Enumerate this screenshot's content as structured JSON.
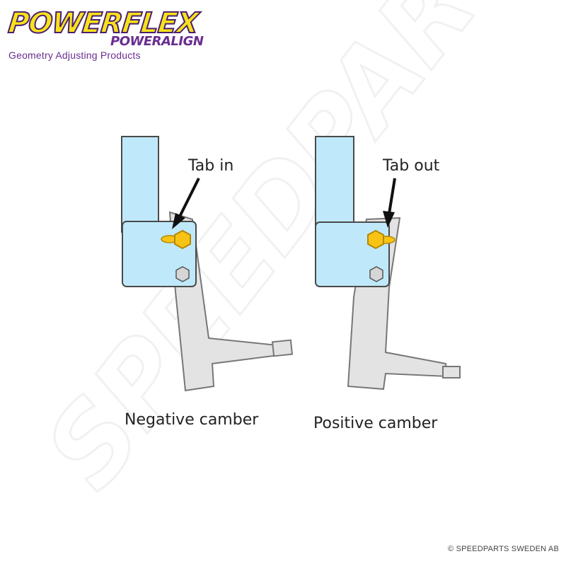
{
  "logo": {
    "brand": "POWERFLEX",
    "sub_brand": "POWERALIGN",
    "tagline": "Geometry Adjusting Products"
  },
  "watermark": {
    "text": "SPEEDPARTS"
  },
  "diagrams": [
    {
      "callout": "Tab in",
      "caption": "Negative camber"
    },
    {
      "callout": "Tab out",
      "caption": "Positive camber"
    }
  ],
  "copyright": "© SPEEDPARTS SWEDEN AB",
  "colors": {
    "strut_fill": "#bfe9fb",
    "strut_stroke": "#4a4a4a",
    "knuckle_fill": "#e3e3e3",
    "knuckle_stroke": "#777777",
    "tab_fill": "#f7c416",
    "tab_stroke": "#b68700",
    "bolt_fill": "#d6d6d6",
    "brand_yellow": "#f6e21a",
    "brand_purple": "#6a2d90"
  }
}
